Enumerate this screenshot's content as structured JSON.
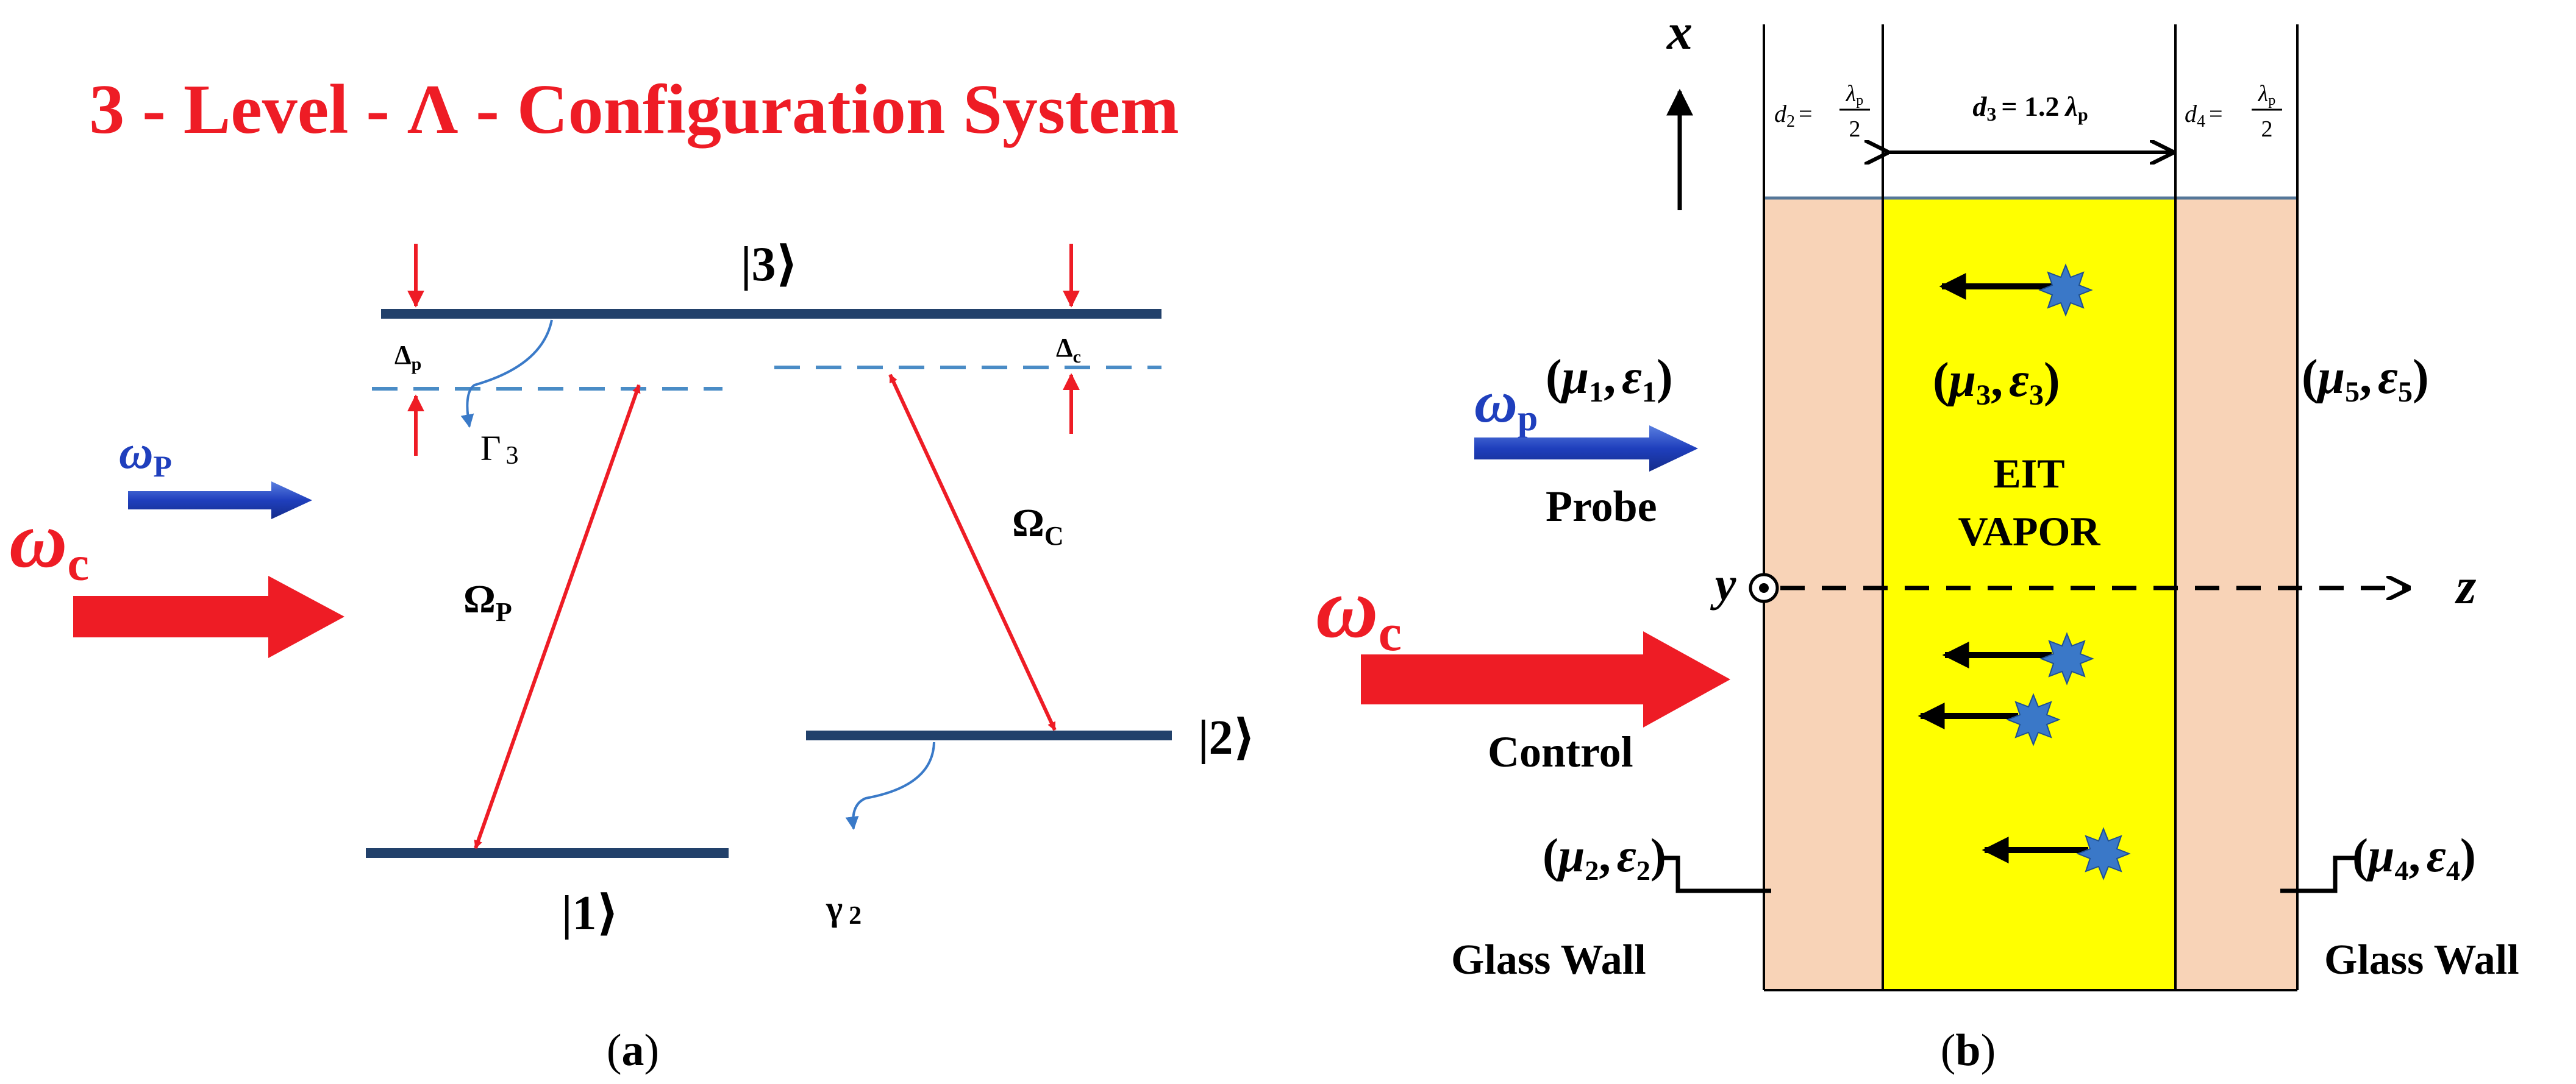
{
  "colors": {
    "red": "#ee1c25",
    "blue": "#1f3fbd",
    "navy": "#1f3f66",
    "level_line": "#22416b",
    "dashed": "#4a8cc6",
    "thin_arrow": "#3a7ac8",
    "wall": "#f8d3b7",
    "vapor": "#ffff00",
    "atom": "#3a78c8",
    "black": "#000000"
  },
  "panel_a": {
    "title": "3 - Level - Λ - Configuration System",
    "levels": {
      "l3": "|3⟩",
      "l2": "|2⟩",
      "l1": "|1⟩"
    },
    "detunings": {
      "probe": "Δ",
      "probe_sub": "p",
      "control": "Δ",
      "control_sub": "c"
    },
    "decays": {
      "gamma3": "Γ",
      "gamma3_sub": "3",
      "gamma2": "γ",
      "gamma2_sub": "2"
    },
    "fields": {
      "omega_p": "ω",
      "omega_p_sub": "P",
      "omega_c": "ω",
      "omega_c_sub": "c",
      "rabi_p": "Ω",
      "rabi_p_sub": "P",
      "rabi_c": "Ω",
      "rabi_c_sub": "C"
    },
    "caption_pre": "(",
    "caption_letter": "a",
    "caption_post": ")"
  },
  "panel_b": {
    "x_axis": "x",
    "y_axis": "y",
    "z_axis": "z",
    "d2": {
      "lhs": "d",
      "lhs_sub": "2",
      "eq": "=",
      "num": "λ",
      "num_sub": "p",
      "den": "2"
    },
    "d3": {
      "lhs": "d",
      "lhs_sub": "3",
      "eq": "= 1.2",
      "rhs": "λ",
      "rhs_sub": "p"
    },
    "d4": {
      "lhs": "d",
      "lhs_sub": "4",
      "eq": "=",
      "num": "λ",
      "num_sub": "p",
      "den": "2"
    },
    "media": {
      "m1": {
        "mu": "μ",
        "mu_sub": "1",
        "eps": "ε",
        "eps_sub": "1"
      },
      "m2": {
        "mu": "μ",
        "mu_sub": "2",
        "eps": "ε",
        "eps_sub": "2"
      },
      "m3": {
        "mu": "μ",
        "mu_sub": "3",
        "eps": "ε",
        "eps_sub": "3"
      },
      "m4": {
        "mu": "μ",
        "mu_sub": "4",
        "eps": "ε",
        "eps_sub": "4"
      },
      "m5": {
        "mu": "μ",
        "mu_sub": "5",
        "eps": "ε",
        "eps_sub": "5"
      }
    },
    "omega_p": "ω",
    "omega_p_sub": "p",
    "omega_c": "ω",
    "omega_c_sub": "c",
    "probe_label": "Probe",
    "control_label": "Control",
    "vapor_line1": "EIT",
    "vapor_line2": "VAPOR",
    "glass_wall_left": "Glass Wall",
    "glass_wall_right": "Glass Wall",
    "caption_pre": "(",
    "caption_letter": "b",
    "caption_post": ")"
  }
}
